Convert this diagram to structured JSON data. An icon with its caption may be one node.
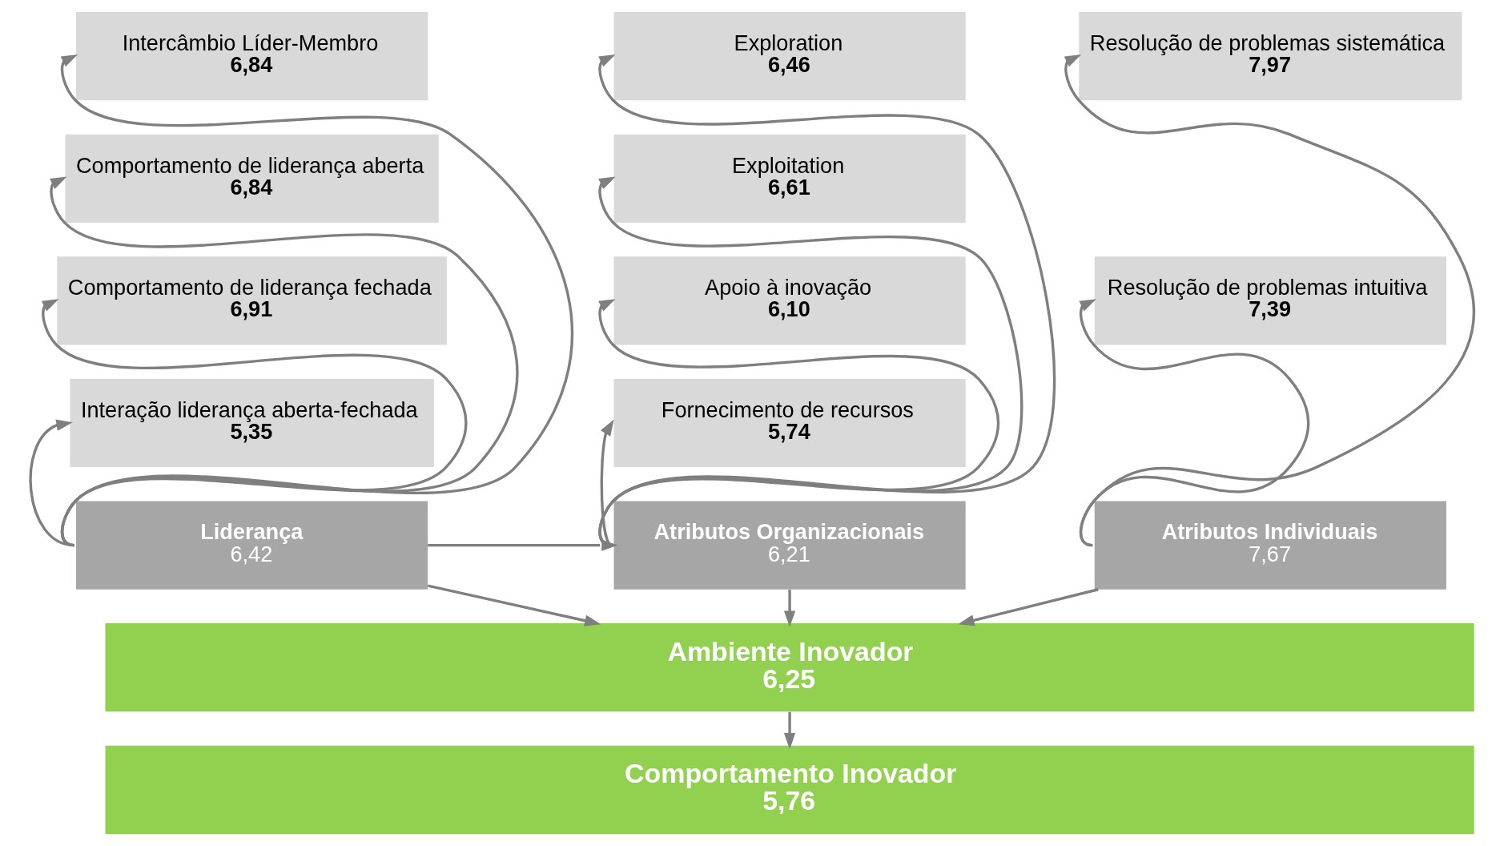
{
  "diagram": {
    "nodes": [
      {
        "text": [
          "Intercâmbio Líder-Membro",
          "6,84"
        ]
      },
      {
        "text": [
          "Comportamento de liderança aberta",
          "6,84"
        ]
      },
      {
        "text": [
          "Comportamento de liderança fechada",
          "6,91"
        ]
      },
      {
        "text": [
          "Interação liderança aberta-fechada",
          "5,35"
        ]
      },
      {
        "text": [
          "Liderança",
          "6,42"
        ]
      },
      {
        "text": [
          "Exploration",
          "6,46"
        ]
      },
      {
        "text": [
          "Exploitation",
          "6,61"
        ]
      },
      {
        "text": [
          "Apoio à inovação",
          "6,10"
        ]
      },
      {
        "text": [
          "Fornecimento de recursos",
          "5,74"
        ]
      },
      {
        "text": [
          "Atributos Organizacionais",
          "6,21"
        ]
      },
      {
        "text": [
          "Resolução de problemas sistemática",
          "7,97"
        ]
      },
      {
        "text": [
          "Resolução de problemas intuitiva",
          "7,39"
        ]
      },
      {
        "text": [
          "Atributos Individuais",
          "7,67"
        ]
      },
      {
        "text": [
          "Ambiente Inovador",
          "6,25"
        ]
      },
      {
        "text": [
          "Comportamento Inovador",
          "5,76"
        ]
      }
    ],
    "edges": [
      {
        "from": 4,
        "to": 0,
        "arrow": "to"
      },
      {
        "from": 4,
        "to": 1,
        "arrow": "to"
      },
      {
        "from": 4,
        "to": 2,
        "arrow": "to"
      },
      {
        "from": 4,
        "to": 3,
        "arrow": "to"
      },
      {
        "from": 4,
        "to": 9,
        "arrow": "to"
      },
      {
        "from": 9,
        "to": 5,
        "arrow": "to"
      },
      {
        "from": 9,
        "to": 6,
        "arrow": "to"
      },
      {
        "from": 9,
        "to": 7,
        "arrow": "to"
      },
      {
        "from": 9,
        "to": 8,
        "arrow": "to"
      },
      {
        "from": 12,
        "to": 10,
        "arrow": "to"
      },
      {
        "from": 12,
        "to": 11,
        "arrow": "to"
      },
      {
        "from": 4,
        "to": 13,
        "arrow": "to"
      },
      {
        "from": 9,
        "to": 13,
        "arrow": "to"
      },
      {
        "from": 12,
        "to": 13,
        "arrow": "to"
      },
      {
        "from": 13,
        "to": 14,
        "arrow": "to"
      }
    ]
  }
}
